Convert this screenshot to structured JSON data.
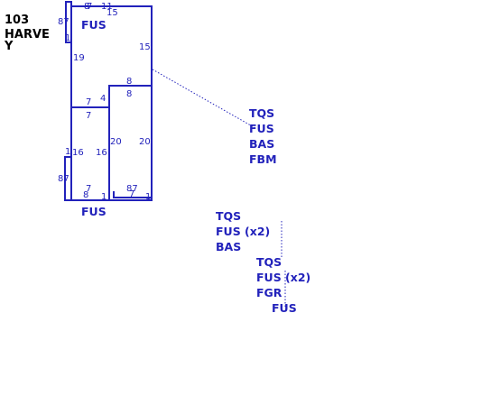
{
  "address": [
    "103",
    "HARVE",
    "Y"
  ],
  "colors": {
    "primary": "#2222bb",
    "text": "#000000",
    "background": "#ffffff"
  },
  "sketch": {
    "top_section": {
      "label": "FUS",
      "dims": [
        "8",
        "7",
        "11",
        "15",
        "87",
        "1",
        "15",
        "19",
        "8",
        "8",
        "4",
        "7",
        "7"
      ]
    },
    "bottom_section": {
      "label": "FUS",
      "dims": [
        "20",
        "20",
        "1",
        "16",
        "16",
        "87",
        "7",
        "8",
        "1",
        "87",
        "7",
        "1"
      ]
    }
  },
  "legends": {
    "group1": [
      "TQS",
      "FUS",
      "BAS",
      "FBM"
    ],
    "group2": [
      "TQS",
      "FUS (x2)",
      "BAS"
    ],
    "group3": [
      "TQS",
      "FUS (x2)",
      "FGR",
      "FUS"
    ]
  }
}
